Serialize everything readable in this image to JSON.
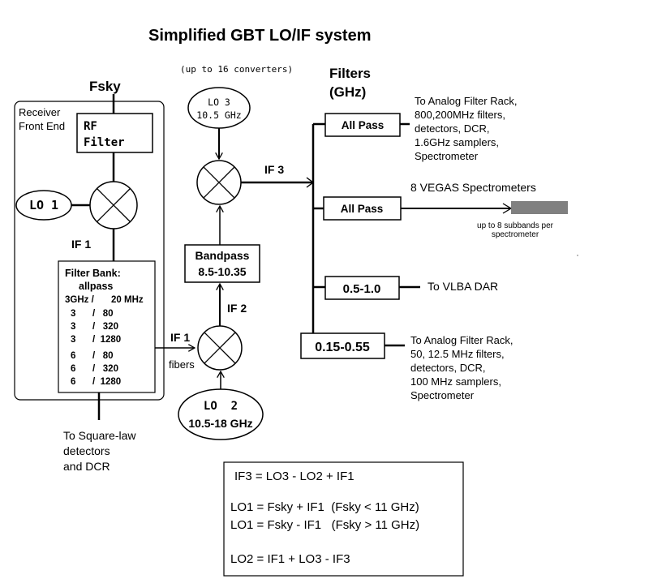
{
  "title": "Simplified GBT LO/IF system",
  "converters_note": "(up to 16 converters)",
  "filters_heading": [
    "Filters",
    "(GHz)"
  ],
  "fsky": "Fsky",
  "receiver_label": [
    "Receiver",
    "Front End"
  ],
  "rf_filter": [
    "RF",
    "Filter"
  ],
  "lo1": "LO 1",
  "if1_vertical": "IF 1",
  "filter_bank": {
    "title": "Filter Bank:",
    "subtitle": "allpass",
    "rows": [
      [
        "3GHz /",
        "20 MHz"
      ],
      [
        "3",
        "/   80"
      ],
      [
        "3",
        "/   320"
      ],
      [
        "3",
        "/  1280"
      ],
      [
        "6",
        "/   80"
      ],
      [
        "6",
        "/   320"
      ],
      [
        "6",
        "/  1280"
      ]
    ]
  },
  "square_law_note": [
    "To Square-law",
    "detectors",
    "and DCR"
  ],
  "if1_fibers": [
    "IF 1",
    "fibers"
  ],
  "lo2": [
    "LO  2",
    "10.5-18 GHz"
  ],
  "if2": "IF 2",
  "bandpass": [
    "Bandpass",
    "8.5-10.35"
  ],
  "lo3": [
    "LO 3",
    "10.5 GHz"
  ],
  "if3": "IF 3",
  "filters": [
    "All Pass",
    "All Pass",
    "0.5-1.0",
    "0.15-0.55"
  ],
  "dest_analog_top": [
    "To Analog Filter Rack,",
    "800,200MHz filters,",
    "detectors, DCR,",
    "1.6GHz samplers,",
    "Spectrometer"
  ],
  "vegas_label": "8 VEGAS Spectrometers",
  "subbands_note": [
    "up to 8 subbands per",
    "spectrometer"
  ],
  "vlba_label": "To VLBA DAR",
  "dest_analog_bottom": [
    "To Analog Filter Rack,",
    "50, 12.5 MHz filters,",
    "detectors, DCR,",
    "100 MHz samplers,",
    "Spectrometer"
  ],
  "equations": [
    "IF3 = LO3 - LO2 + IF1",
    "LO1 = Fsky + IF1  (Fsky < 11 GHz)",
    "LO1 = Fsky - IF1   (Fsky > 11 GHz)",
    "LO2 = IF1 + LO3 - IF3"
  ]
}
